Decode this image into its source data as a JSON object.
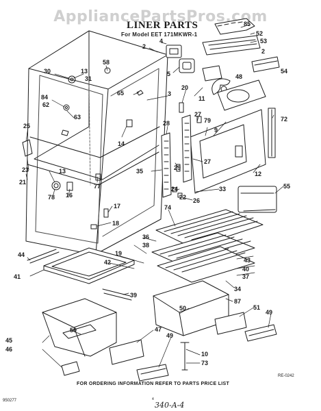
{
  "watermark": "AppliancePartsPros.com",
  "title": "LINER PARTS",
  "subtitle": "For Model EET 171MKWR-1",
  "footer_note": "FOR ORDERING INFORMATION REFER TO PARTS PRICE LIST",
  "doc_id": "RE-0242",
  "left_code": "950277",
  "page_number": "4",
  "handwritten_note": "340-A-4",
  "callouts": [
    "85",
    "52",
    "2",
    "4",
    "53",
    "2",
    "58",
    "5",
    "48",
    "54",
    "30",
    "13",
    "31",
    "65",
    "3",
    "20",
    "11",
    "84",
    "62",
    "63",
    "25",
    "14",
    "28",
    "27",
    "79",
    "9",
    "72",
    "23",
    "35",
    "29",
    "27",
    "21",
    "13",
    "77",
    "24",
    "22",
    "33",
    "12",
    "55",
    "78",
    "16",
    "17",
    "18",
    "74",
    "36",
    "38",
    "19",
    "44",
    "42",
    "41",
    "43",
    "40",
    "37",
    "34",
    "39",
    "50",
    "87",
    "51",
    "49",
    "45",
    "46",
    "47",
    "49",
    "10",
    "73",
    "50",
    "26"
  ]
}
